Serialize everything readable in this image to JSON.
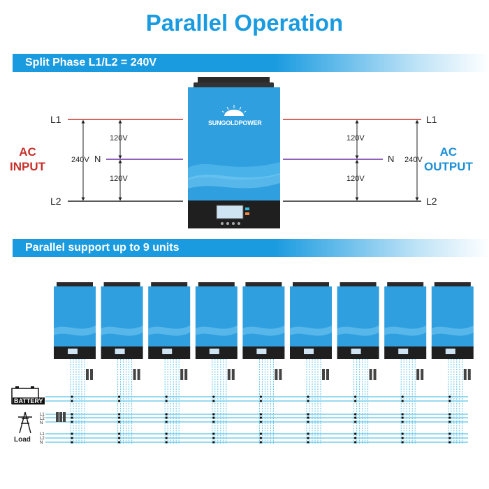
{
  "title": "Parallel Operation",
  "sections": {
    "split_phase": {
      "label": "Split Phase  L1/L2 = 240V"
    },
    "parallel": {
      "label": "Parallel support up to 9 units"
    }
  },
  "diagram": {
    "left": {
      "l1": "L1",
      "n": "N",
      "l2": "L2",
      "v_full": "240V",
      "v_top": "120V",
      "v_bottom": "120V",
      "side_line1": "AC",
      "side_line2": "INPUT"
    },
    "right": {
      "l1": "L1",
      "n": "N",
      "l2": "L2",
      "v_full": "240V",
      "v_top": "120V",
      "v_bottom": "120V",
      "side_line1": "AC",
      "side_line2": "OUTPUT"
    },
    "brand": "SUNGOLDPOWER",
    "units": 9
  },
  "bottom_legend": {
    "battery": "BATTERY",
    "grid_lines": [
      "L1",
      "L2",
      "N"
    ],
    "load": "Load",
    "load_lines": [
      "L1",
      "L2",
      "N"
    ]
  },
  "colors": {
    "accent": "#1a9be0",
    "l1_line": "#c8302a",
    "n_line": "#6a2fa3",
    "l2_line": "#222222",
    "ac_input": "#c8302a",
    "ac_output": "#1a8fd6",
    "inverter_body": "#2f9fdf",
    "wire": "#5bc4e8"
  }
}
